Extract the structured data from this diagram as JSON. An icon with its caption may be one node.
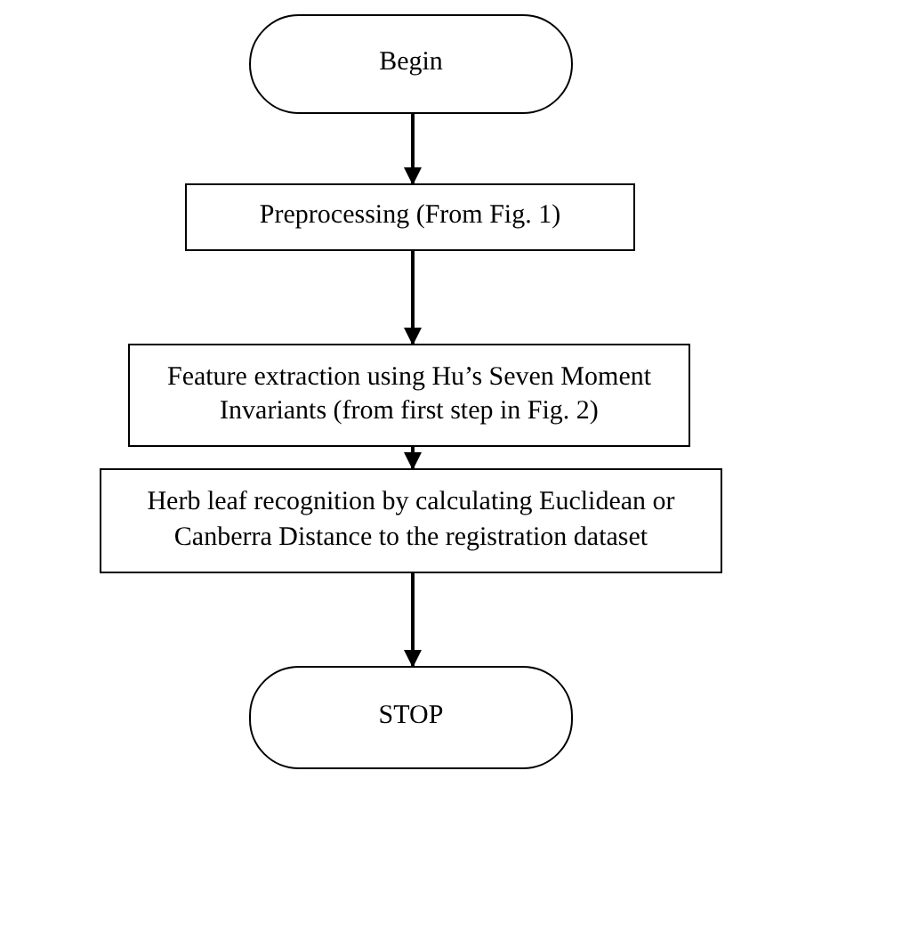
{
  "diagram": {
    "nodes": [
      {
        "text": [
          "Begin"
        ]
      },
      {
        "text": [
          "Preprocessing (From Fig. 1)"
        ]
      },
      {
        "text": [
          "Feature extraction using Hu’s Seven Moment Invariants (from first step in Fig. 2)"
        ]
      },
      {
        "text": [
          "Herb leaf recognition by calculating Euclidean or Canberra Distance to the registration dataset"
        ]
      },
      {
        "text": [
          "STOP"
        ]
      }
    ],
    "edges": [
      {
        "from": 0,
        "to": 1,
        "arrow": "to"
      },
      {
        "from": 1,
        "to": 2,
        "arrow": "to"
      },
      {
        "from": 2,
        "to": 3,
        "arrow": "to"
      },
      {
        "from": 3,
        "to": 4,
        "arrow": "to"
      }
    ]
  }
}
